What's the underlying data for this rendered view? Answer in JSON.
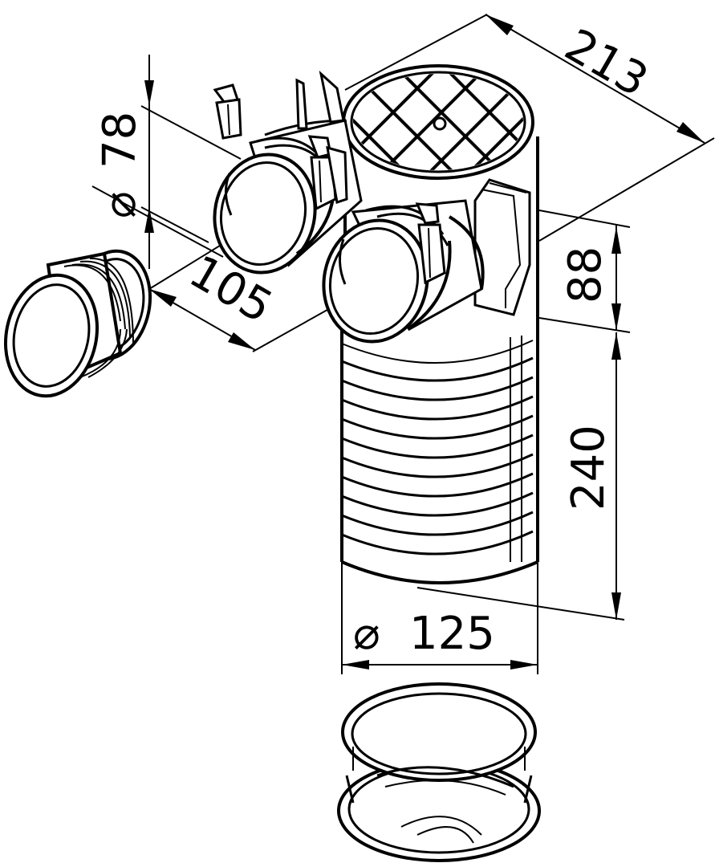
{
  "dimensions": {
    "width_overall": "213",
    "pipe_diameter_symbol": "⌀",
    "pipe_diameter": "78",
    "spigot_length": "105",
    "outlet_spacing": "88",
    "body_height": "240",
    "base_diameter_symbol": "⌀",
    "base_diameter": "125"
  }
}
